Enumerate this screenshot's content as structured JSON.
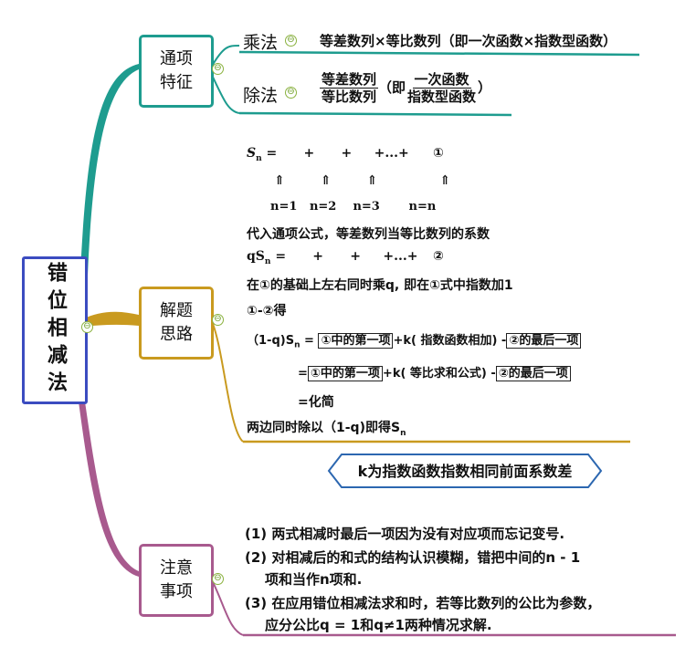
{
  "root": {
    "label": "错位相减法"
  },
  "branches": {
    "tongxiang": {
      "label": "通项\n特征"
    },
    "jieti": {
      "label": "解题\n思路"
    },
    "zhuyi": {
      "label": "注意\n事项"
    }
  },
  "general_term": {
    "mult_label": "乘法",
    "mult_text": "等差数列×等比数列（即一次函数×指数型函数）",
    "div_label": "除法",
    "div_num": "等差数列",
    "div_den": "等比数列",
    "div_mid": "（即",
    "div_num2": "一次函数",
    "div_den2": "指数型函数",
    "div_close": "）"
  },
  "method": {
    "sn_eq": "S",
    "sn_sub": "n",
    "sn_rest": " =      +      +     +...+",
    "circ1": "①",
    "arrows": "⇑        ⇑        ⇑              ⇑",
    "n_values": "n=1   n=2    n=3       n=n",
    "line_substitute": "代入通项公式，等差数列当等比数列的系数",
    "qsn": "qS",
    "qsn_rest": " =      +      +     +...+",
    "circ2": "②",
    "line_multiply": "在①的基础上左右同时乘q, 即在①式中指数加1",
    "line_subtract": "①-②得",
    "eq1_left": "（1-q)S",
    "eq1_box1": "①中的第一项",
    "eq1_mid": "+k( 指数函数相加) -",
    "eq1_box2": "②的最后一项",
    "eq2_eq": "=",
    "eq2_box1": "①中的第一项",
    "eq2_mid": "+k( 等比求和公式) -",
    "eq2_box2": "②的最后一项",
    "eq3": "=化简",
    "line_divide": "两边同时除以（1-q)即得S",
    "banner": "k为指数函数指数相同前面系数差"
  },
  "notes": [
    "(1) 两式相减时最后一项因为没有对应项而忘记变号.",
    "(2) 对相减后的和式的结构认识模糊，错把中间的n - 1",
    "项和当作n项和.",
    "(3) 在应用错位相减法求和时，若等比数列的公比为参数，",
    "应分公比q = 1和q≠1两种情况求解."
  ],
  "colors": {
    "root_border": "#3b4cc0",
    "teal": "#1e9c8f",
    "gold": "#c99a1f",
    "purple": "#a85a8e",
    "banner_border": "#2c67b0"
  }
}
